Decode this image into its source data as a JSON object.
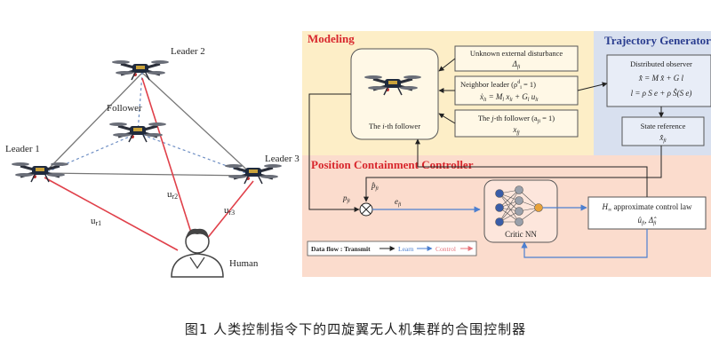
{
  "left": {
    "leader1": "Leader 1",
    "leader2": "Leader 2",
    "leader3": "Leader 3",
    "follower": "Follower",
    "human": "Human",
    "u_r1": "u",
    "u_r1_sub": "r1",
    "u_r2": "u",
    "u_r2_sub": "r2",
    "u_r3": "u",
    "u_r3_sub": "r3"
  },
  "modeling": {
    "title": "Modeling",
    "follower_label_pre": "The ",
    "follower_label_var": "i",
    "follower_label_post": "-th follower",
    "box1_line1": "Unknown external disturbance",
    "box1_line2": "Δ",
    "box1_sub": "fi",
    "box2_line1": "Neighbor leader (ρ",
    "box2_line1b": " = 1)",
    "box2_line2": "ẋ",
    "box2_eq": " = M",
    "box2_eq2": " + G",
    "box3_line1_pre": "The ",
    "box3_line1_var": "j",
    "box3_line1_post": "-th follower (a",
    "box3_line1_end": " = 1)",
    "box3_line2": "x"
  },
  "trajectory": {
    "title": "Trajectory Generator",
    "observer_title": "Distributed observer",
    "observer_eq1": "x̂̇ = M x̂ + G l",
    "observer_eq2": "l = ρ S e + ρ Ŝ(S e)",
    "state_ref_title": "State reference",
    "state_ref_var": "x̂"
  },
  "controller": {
    "title": "Position Containment Controller",
    "p_fi": "p",
    "p_hat": "p̂",
    "e_fi": "e",
    "critic": "Critic NN",
    "hinf_line1": "H",
    "hinf_line1_sub": "∞",
    "hinf_line1_post": " approximate control law",
    "hinf_line2": "û",
    "hinf_line2b": ", Δ̂",
    "dataflow_label": "Data flow : Transmit",
    "learn": "Learn",
    "control": "Control"
  },
  "caption": "图1  人类控制指令下的四旋翼无人机集群的合围控制器",
  "colors": {
    "modeling_bg": "#fdeec7",
    "trajectory_bg": "#d8e0ef",
    "controller_bg": "#fbdccd",
    "title_red": "#d8262c",
    "title_blue": "#2a3d8f",
    "learn_blue": "#4c7fd0",
    "control_red": "#e8737a"
  }
}
